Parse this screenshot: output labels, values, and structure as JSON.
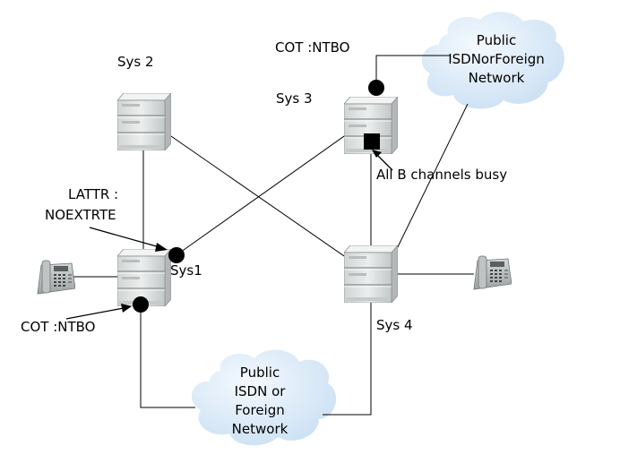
{
  "systems": {
    "sys1": {
      "label": "Sys1"
    },
    "sys2": {
      "label": "Sys 2"
    },
    "sys3": {
      "label": "Sys 3"
    },
    "sys4": {
      "label": "Sys 4"
    }
  },
  "annotations": {
    "cot_top": "COT :NTBO",
    "cot_bottom": "COT :NTBO",
    "lattr_line1": "LATTR :",
    "lattr_line2": "NOEXTRTE",
    "busy": "All B channels busy"
  },
  "networks": {
    "top": {
      "lines": [
        "Public",
        "ISDNorForeign",
        "Network"
      ]
    },
    "bottom": {
      "lines": [
        "Public",
        "ISDN or",
        "Foreign",
        "Network"
      ]
    }
  },
  "colors": {
    "cloud_fill": "#dcebf8",
    "cloud_shadow": "#b8d2ec",
    "pbx_light": "#e3e5e5",
    "pbx_dark": "#8c9090",
    "line": "#000000"
  }
}
